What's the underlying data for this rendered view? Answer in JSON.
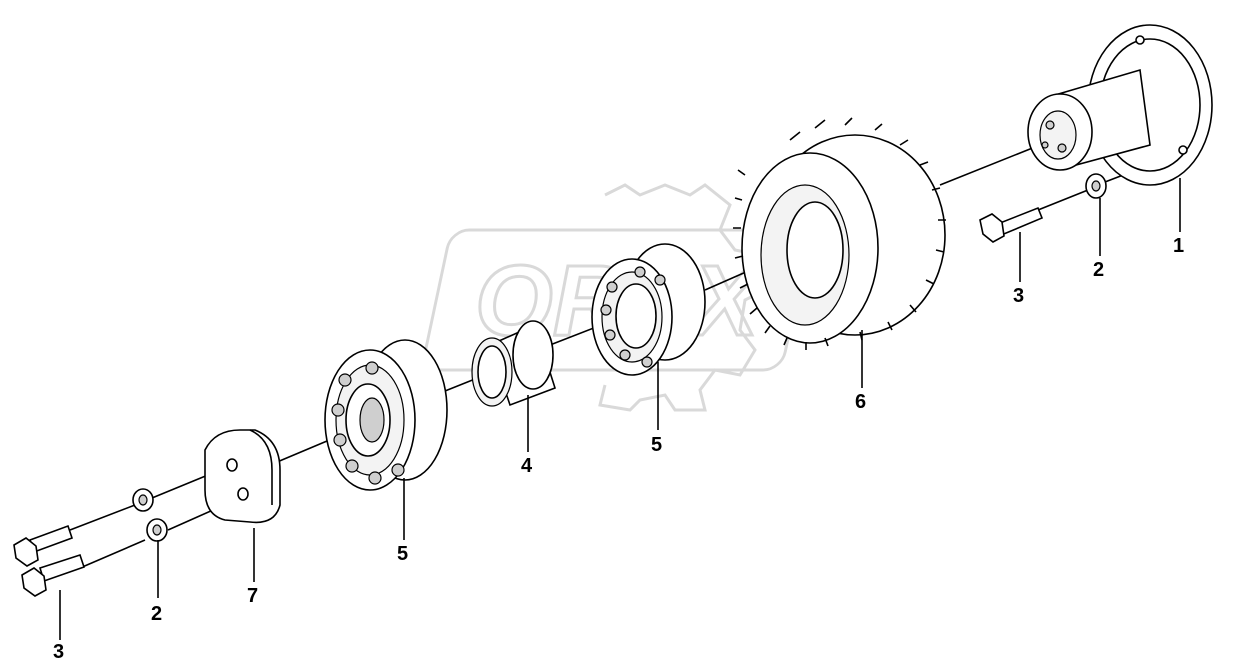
{
  "watermark": {
    "text": "OREX"
  },
  "callouts": [
    {
      "id": "c1",
      "label": "1"
    },
    {
      "id": "c2a",
      "label": "2"
    },
    {
      "id": "c3a",
      "label": "3"
    },
    {
      "id": "c6",
      "label": "6"
    },
    {
      "id": "c5a",
      "label": "5"
    },
    {
      "id": "c4",
      "label": "4"
    },
    {
      "id": "c5b",
      "label": "5"
    },
    {
      "id": "c7",
      "label": "7"
    },
    {
      "id": "c2b",
      "label": "2"
    },
    {
      "id": "c3b",
      "label": "3"
    }
  ]
}
